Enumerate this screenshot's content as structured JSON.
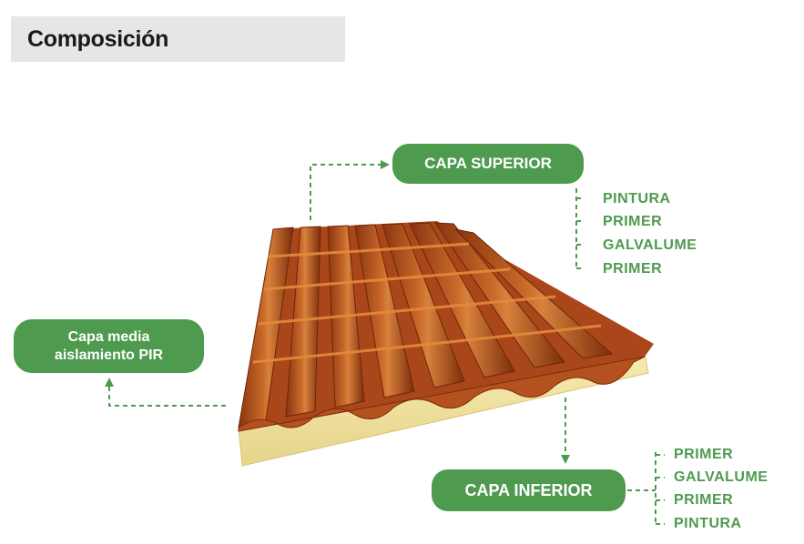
{
  "title": "Composición",
  "top_layer": {
    "label": "CAPA SUPERIOR",
    "items": [
      "PINTURA",
      "PRIMER",
      "GALVALUME",
      "PRIMER"
    ]
  },
  "middle_layer": {
    "line1": "Capa media",
    "line2": "aislamiento PIR"
  },
  "bottom_layer": {
    "label": "CAPA INFERIOR",
    "items": [
      "PRIMER",
      "GALVALUME",
      "PRIMER",
      "PINTURA"
    ]
  },
  "colors": {
    "accent": "#4e9a4f",
    "tile": "#b8501c",
    "foam": "#f2e4a2",
    "title_bg": "#e6e6e6"
  }
}
